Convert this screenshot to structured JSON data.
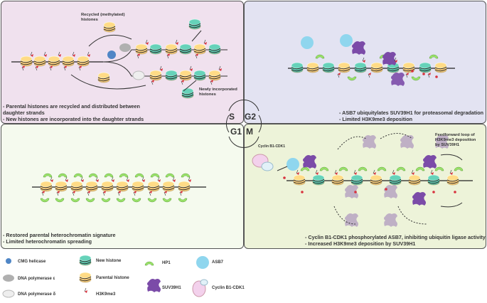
{
  "colors": {
    "s_phase_bg": "#f0e1ee",
    "g2_phase_bg": "#e3e3f2",
    "g1_phase_bg": "#f5faee",
    "m_phase_bg": "#edf3d9",
    "parental_histone": "#f0c77a",
    "new_histone": "#5dbfa8",
    "hp1": "#9be36a",
    "suv39h1": "#7b4ba8",
    "asb7": "#8fd6ee",
    "h3k9me3": "#d8323e"
  },
  "cell_cycle": {
    "phases": [
      "S",
      "G2",
      "G1",
      "M"
    ]
  },
  "s_phase": {
    "label_recycled": "Recycled (methylated)\nhistones",
    "label_new": "Newly incorporated\nhistones",
    "caption": "- Parental histones are recycled and distributed between\n  daughter strands\n- New histones are incorporated into the daughter strands"
  },
  "g2_phase": {
    "caption": "- ASB7 ubiquitylates SUV39H1 for proteasomal degradation\n- Limited H3K9me3 deposition"
  },
  "g1_phase": {
    "caption": "- Restored parental heterochromatin signature\n- Limited heterochromatin spreading"
  },
  "m_phase": {
    "label_cyclin": "Cyclin B1-CDK1",
    "label_feedforward": "Feedforward loop of\nH3K9me3 deposition\nby SUV39H1",
    "caption": "- Cyclin B1-CDK1 phosphorylated ASB7, inhibiting ubiquitin ligase activity\n- Increased H3K9me3 deposition by SUV39H1"
  },
  "legend": [
    {
      "label": "CMG helicase",
      "icon": "cmg-helicase-icon"
    },
    {
      "label": "DNA polymerase ε",
      "icon": "dna-polymerase-epsilon-icon"
    },
    {
      "label": "DNA polymerase δ",
      "icon": "dna-polymerase-delta-icon"
    },
    {
      "label": "New histone",
      "icon": "new-histone-icon"
    },
    {
      "label": "Parental histone",
      "icon": "parental-histone-icon"
    },
    {
      "label": "H3K9me3",
      "icon": "h3k9me3-flag-icon"
    },
    {
      "label": "HP1",
      "icon": "hp1-icon"
    },
    {
      "label": "SUV39H1",
      "icon": "suv39h1-icon"
    },
    {
      "label": "ASB7",
      "icon": "asb7-icon"
    },
    {
      "label": "Cyclin B1-CDK1",
      "icon": "cyclin-b1-cdk1-icon"
    }
  ]
}
